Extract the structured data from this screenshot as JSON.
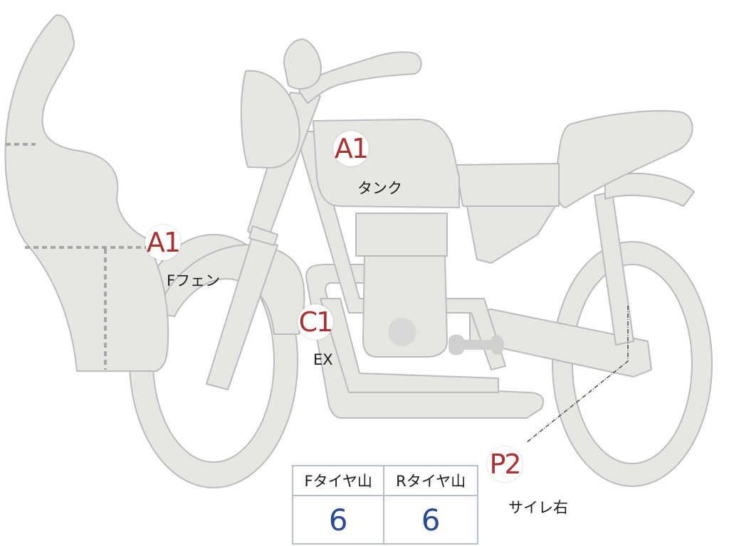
{
  "colors": {
    "body_fill": "#e6e6e3",
    "body_stroke": "#b9bcbf",
    "marker_text": "#a83232",
    "value_text": "#2a4a94",
    "dotted": "#a5a8ab"
  },
  "markers": [
    {
      "id": "tank",
      "code": "A1",
      "label": "タンク"
    },
    {
      "id": "fender",
      "code": "A1",
      "label": "Fフェン"
    },
    {
      "id": "exhaust",
      "code": "C1",
      "label": "EX"
    },
    {
      "id": "side",
      "code": "P2",
      "label": "サイレ右"
    }
  ],
  "tire_table": {
    "headers": [
      "Fタイヤ山",
      "Rタイヤ山"
    ],
    "values": [
      "6",
      "6"
    ]
  }
}
